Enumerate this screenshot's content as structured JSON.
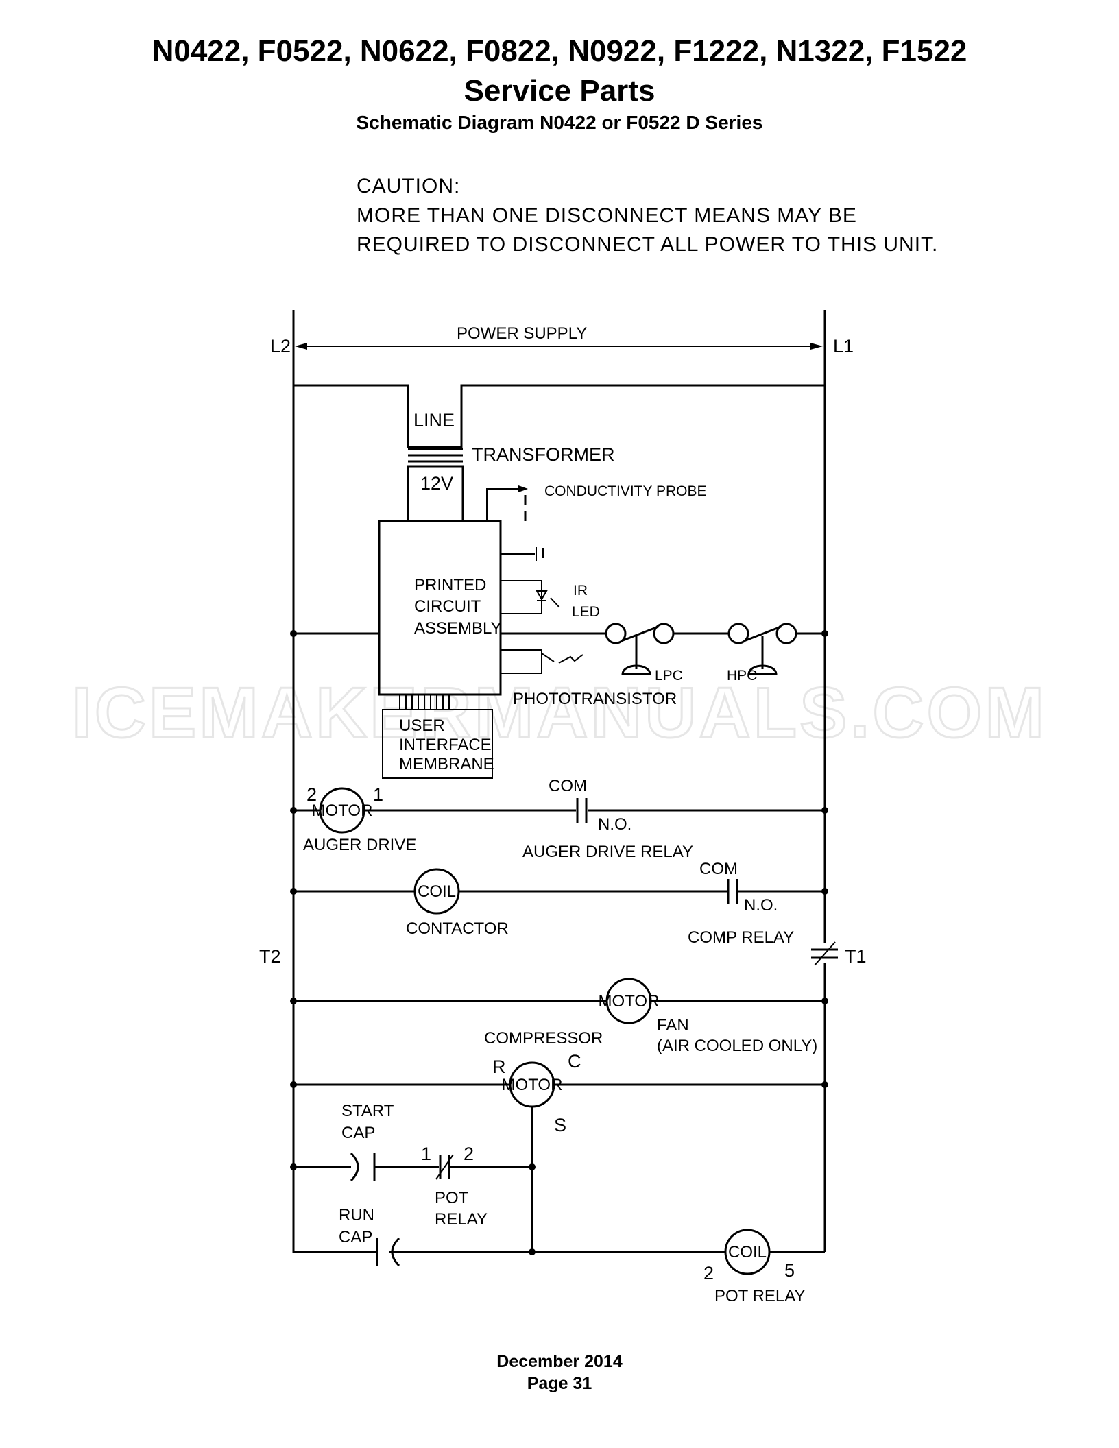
{
  "header": {
    "models": "N0422, F0522, N0622, F0822, N0922, F1222, N1322, F1522",
    "section": "Service Parts",
    "subtitle": "Schematic Diagram N0422 or F0522 D Series"
  },
  "caution": {
    "line1": "CAUTION:",
    "line2": "MORE THAN ONE DISCONNECT MEANS MAY BE",
    "line3": "REQUIRED TO DISCONNECT ALL POWER TO THIS UNIT."
  },
  "diagram": {
    "l2": "L2",
    "l1": "L1",
    "power_supply": "POWER SUPPLY",
    "transformer_line": "LINE",
    "transformer": "TRANSFORMER",
    "transformer_12v": "12V",
    "conductivity_probe": "CONDUCTIVITY PROBE",
    "pcb_line1": "PRINTED",
    "pcb_line2": "CIRCUIT",
    "pcb_line3": "ASSEMBLY",
    "ir": "IR",
    "led": "LED",
    "lpc": "LPC",
    "hpc": "HPC",
    "phototransistor": "PHOTOTRANSISTOR",
    "ui_line1": "USER",
    "ui_line2": "INTERFACE",
    "ui_line3": "MEMBRANE",
    "motor": "MOTOR",
    "coil": "COIL",
    "auger_pin2": "2",
    "auger_pin1": "1",
    "auger_drive": "AUGER DRIVE",
    "com": "COM",
    "no": "N.O.",
    "auger_drive_relay": "AUGER DRIVE RELAY",
    "contactor": "CONTACTOR",
    "comp_relay": "COMP RELAY",
    "t2": "T2",
    "t1": "T1",
    "fan": "FAN",
    "air_cooled_only": "(AIR COOLED ONLY)",
    "compressor": "COMPRESSOR",
    "r": "R",
    "c": "C",
    "s": "S",
    "start_cap_1": "START",
    "start_cap_2": "CAP",
    "pot_relay_pin1": "1",
    "pot_relay_pin2": "2",
    "pot": "POT",
    "relay": "RELAY",
    "run_cap_1": "RUN",
    "run_cap_2": "CAP",
    "coil_pin2": "2",
    "coil_pin5": "5",
    "pot_relay": "POT RELAY"
  },
  "watermark": "ICEMAKERMANUALS.COM",
  "footer": {
    "date": "December 2014",
    "page": "Page 31"
  }
}
